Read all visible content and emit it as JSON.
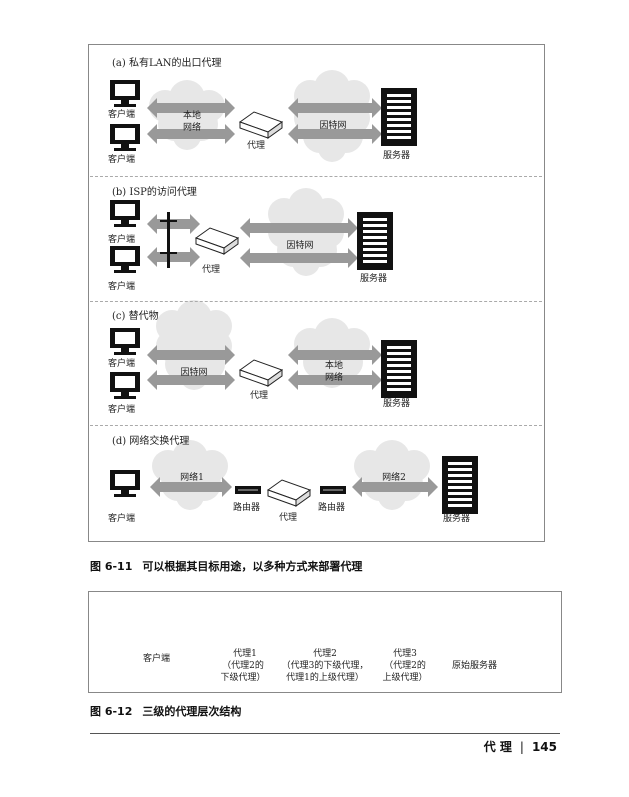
{
  "figure_6_11": {
    "panels": [
      {
        "title": "(a)  私有LAN的出口代理",
        "clients": [
          "客户端",
          "客户端"
        ],
        "net_left": "本地\n网络",
        "proxy": "代理",
        "net_right": "因特网",
        "server": "服务器"
      },
      {
        "title": "(b)  ISP的访问代理",
        "clients": [
          "客户端",
          "客户端"
        ],
        "proxy": "代理",
        "net_right": "因特网",
        "server": "服务器"
      },
      {
        "title": "(c)  替代物",
        "clients": [
          "客户端",
          "客户端"
        ],
        "net_left": "因特网",
        "proxy": "代理",
        "net_right": "本地\n网络",
        "server": "服务器"
      },
      {
        "title": "(d)  网络交换代理",
        "client": "客户端",
        "net1": "网络1",
        "router1": "路由器",
        "proxy": "代理",
        "router2": "路由器",
        "net2": "网络2",
        "server": "服务器"
      }
    ],
    "caption_num": "图 6-11",
    "caption_text": "可以根据其目标用途，以多种方式来部署代理"
  },
  "figure_6_12": {
    "client": "客户端",
    "proxy1": "代理1",
    "proxy1_note1": "（代理2的",
    "proxy1_note2": "下级代理）",
    "proxy2": "代理2",
    "proxy2_note1": "（代理3的下级代理，",
    "proxy2_note2": "代理1的上级代理）",
    "proxy3": "代理3",
    "proxy3_note1": "（代理2的",
    "proxy3_note2": "上级代理）",
    "server": "原始服务器",
    "caption_num": "图 6-12",
    "caption_text": "三级的代理层次结构"
  },
  "footer": {
    "chapter": "代 理",
    "page": "145"
  }
}
